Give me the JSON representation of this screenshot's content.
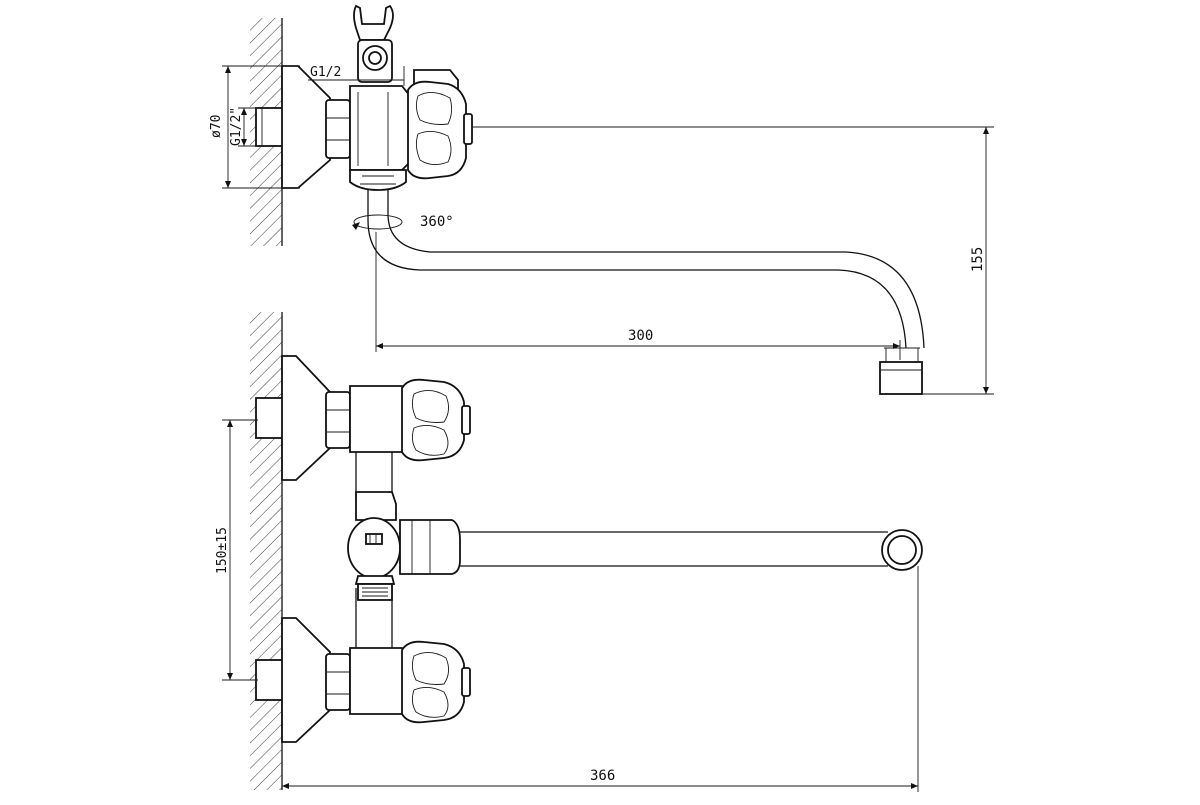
{
  "labels": {
    "thread_top": "G1/2",
    "diameter": "ø70",
    "thread_side": "G1/2\"",
    "rotation": "360°",
    "spout_length": "300",
    "spout_height": "155",
    "center_distance": "150±15",
    "overall_length": "366"
  },
  "colors": {
    "ink": "#111111",
    "background": "#ffffff"
  }
}
